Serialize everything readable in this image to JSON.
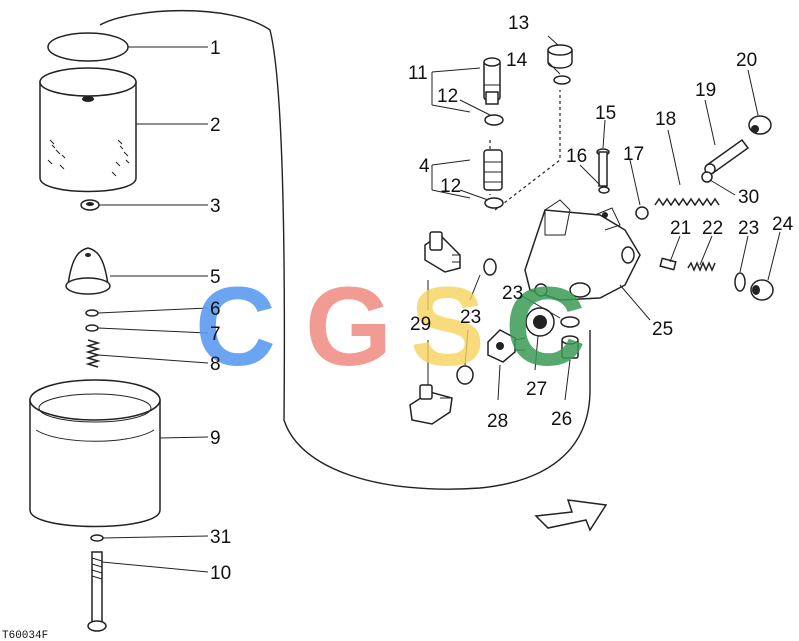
{
  "diagram": {
    "figure_ref": "T60034F",
    "watermark": {
      "letters": [
        "C",
        "G",
        "S",
        "C"
      ],
      "colors": [
        "#5b9bf0",
        "#f08a80",
        "#f5d25c",
        "#3a9a55"
      ]
    },
    "callouts": {
      "c1": "1",
      "c2": "2",
      "c3": "3",
      "c4": "4",
      "c5": "5",
      "c6": "6",
      "c7": "7",
      "c8": "8",
      "c9": "9",
      "c10": "10",
      "c11": "11",
      "c12a": "12",
      "c12b": "12",
      "c13": "13",
      "c14": "14",
      "c15": "15",
      "c16": "16",
      "c17": "17",
      "c18": "18",
      "c19": "19",
      "c20": "20",
      "c21": "21",
      "c22": "22",
      "c23a": "23",
      "c23b": "23",
      "c23c": "23",
      "c24": "24",
      "c25": "25",
      "c26": "26",
      "c27": "27",
      "c28": "28",
      "c29": "29",
      "c30": "30",
      "c31": "31"
    }
  }
}
